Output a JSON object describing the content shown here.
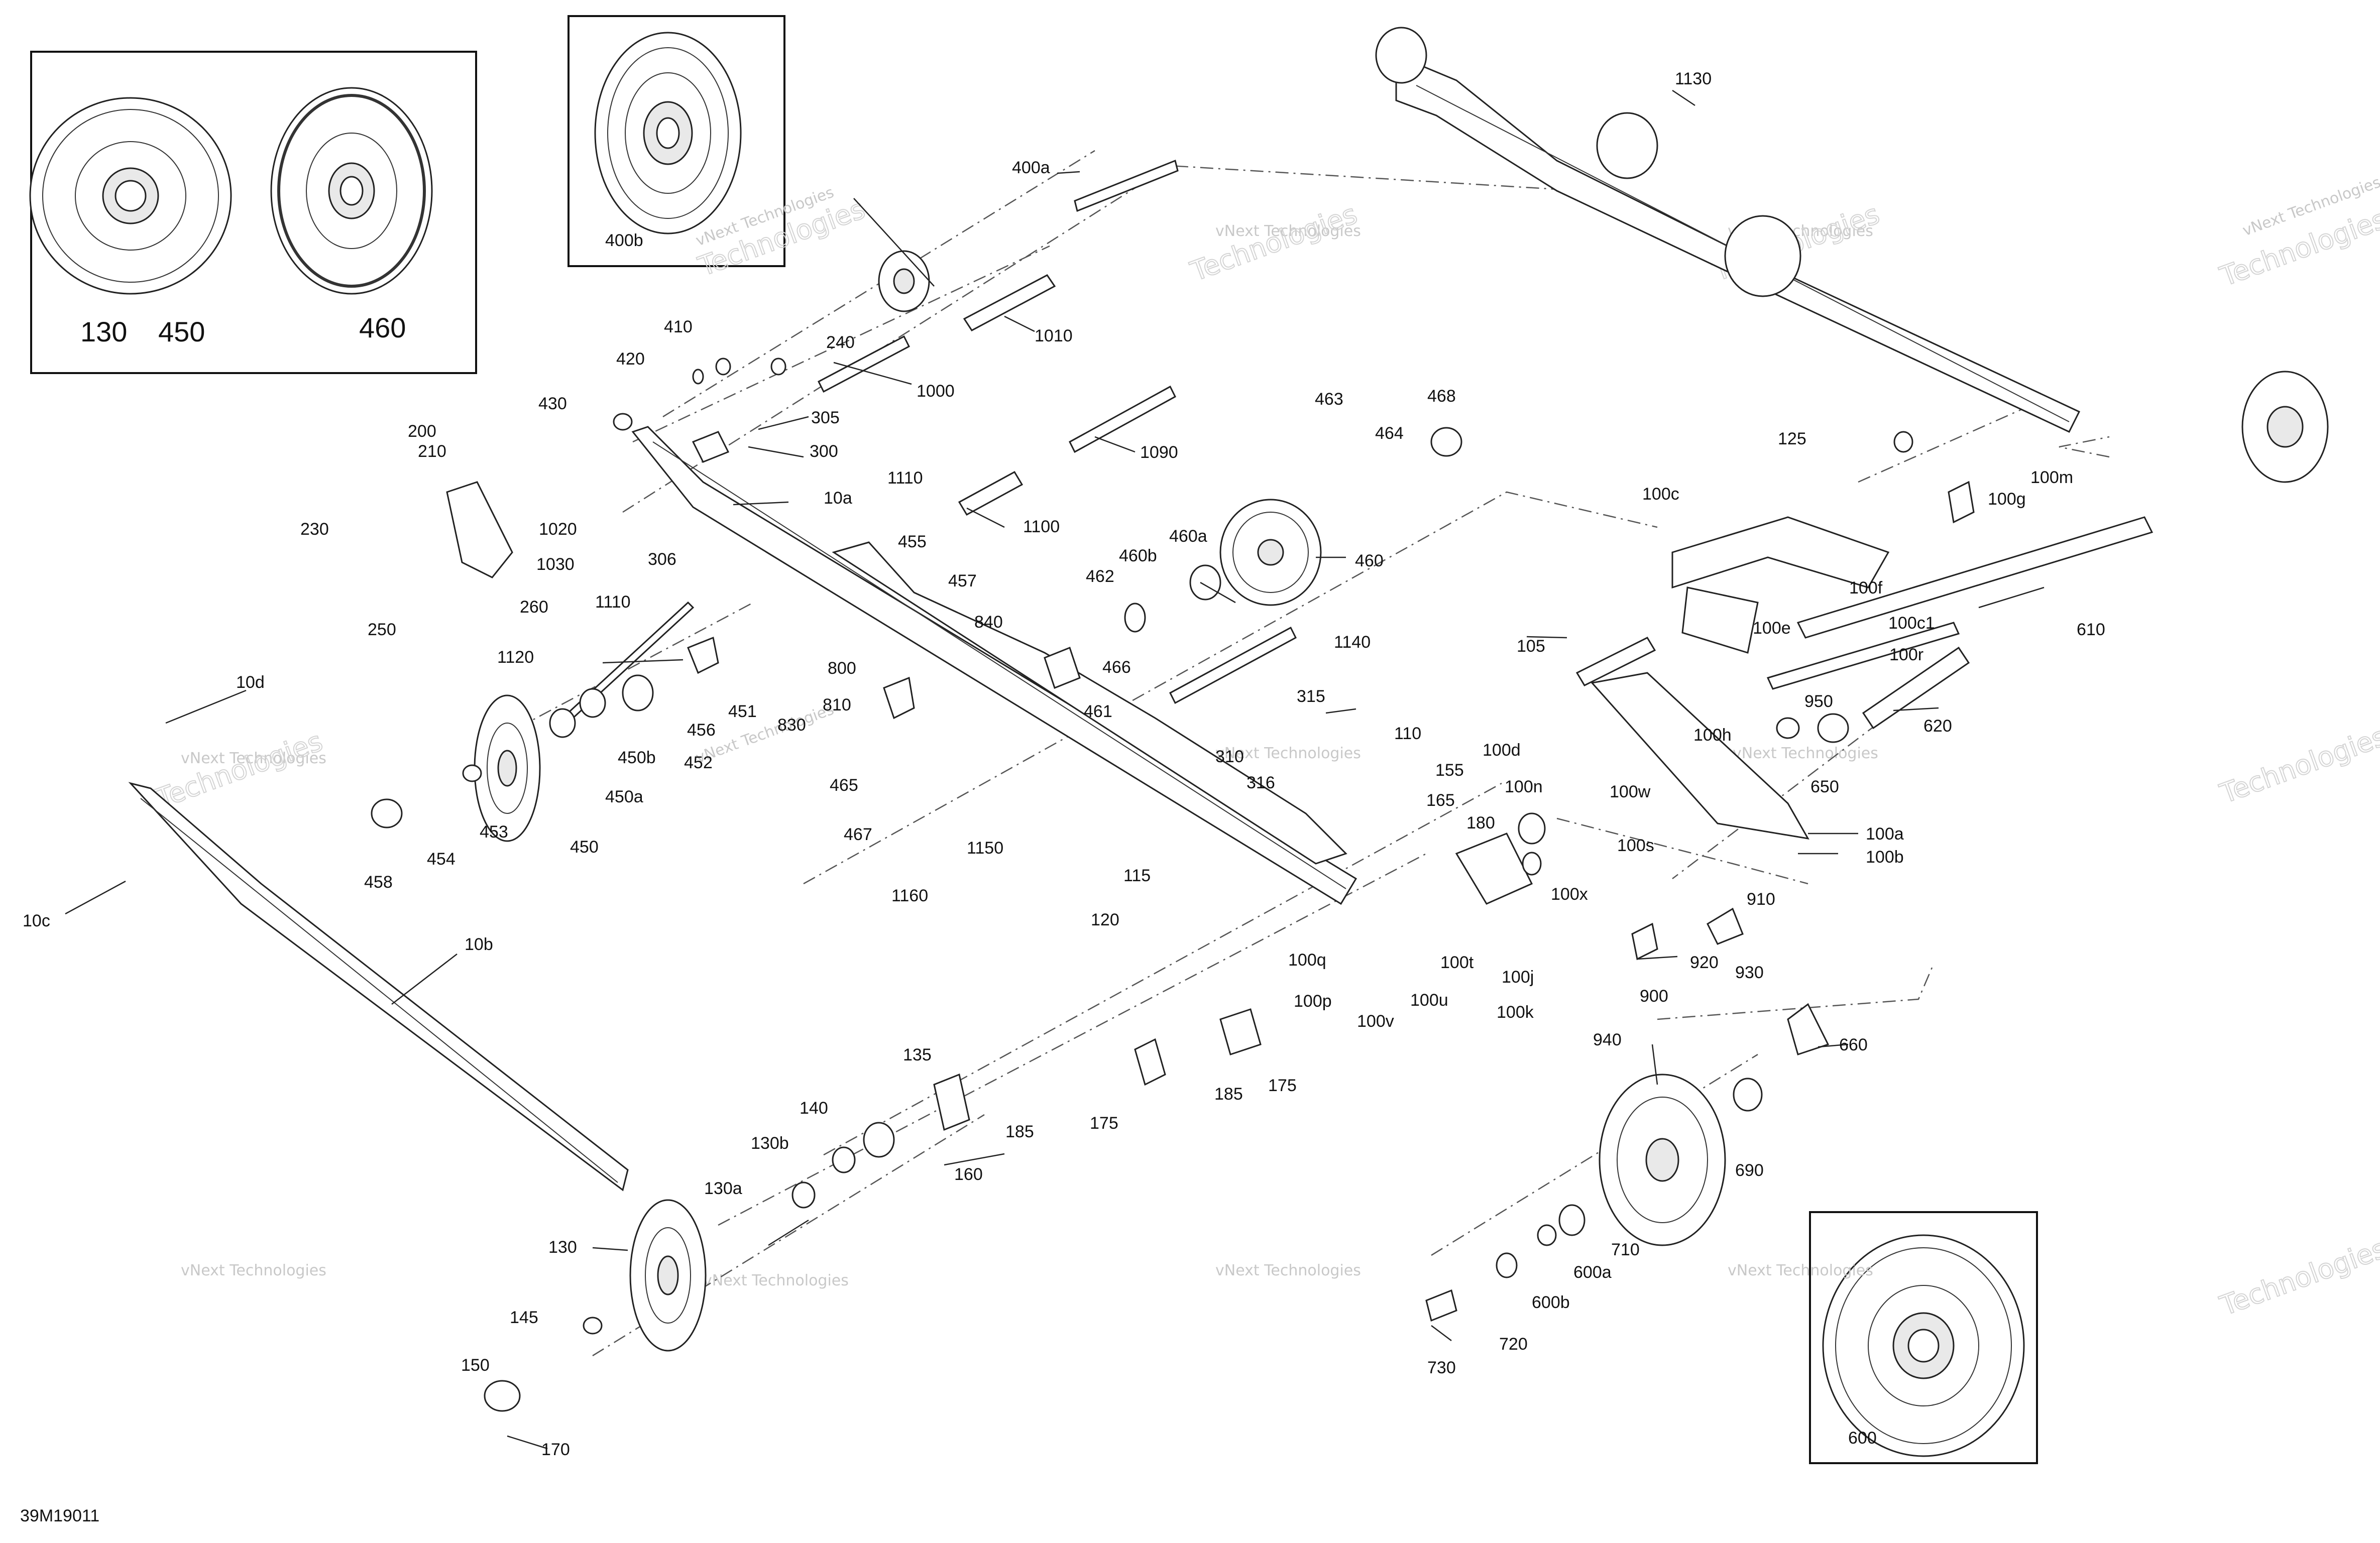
{
  "diagram_code": "39M19011",
  "watermark": {
    "line1": "vNext Technologies",
    "line2a": "vNext",
    "line2b": "Technologies"
  },
  "inset_labels": {
    "a_130": "130",
    "a_450": "450",
    "a_460": "460",
    "b_400b": "400b",
    "c_600": "600"
  },
  "labels": {
    "p10a": "10a",
    "p10b": "10b",
    "p10c": "10c",
    "p10d": "10d",
    "p100a": "100a",
    "p100b": "100b",
    "p100c": "100c",
    "p100c1": "100c1",
    "p100d": "100d",
    "p100e": "100e",
    "p100f": "100f",
    "p100g": "100g",
    "p100h": "100h",
    "p100j": "100j",
    "p100k": "100k",
    "p100m": "100m",
    "p100n": "100n",
    "p100p": "100p",
    "p100q": "100q",
    "p100r": "100r",
    "p100s": "100s",
    "p100t": "100t",
    "p100u": "100u",
    "p100v": "100v",
    "p100w": "100w",
    "p100x": "100x",
    "p105": "105",
    "p110": "110",
    "p115": "115",
    "p120": "120",
    "p125": "125",
    "p130": "130",
    "p130a": "130a",
    "p130b": "130b",
    "p135": "135",
    "p140": "140",
    "p145": "145",
    "p150": "150",
    "p155": "155",
    "p160": "160",
    "p165": "165",
    "p170": "170",
    "p175a": "175",
    "p175b": "175",
    "p180": "180",
    "p185a": "185",
    "p185b": "185",
    "p200": "200",
    "p210": "210",
    "p230": "230",
    "p240": "240",
    "p250": "250",
    "p260": "260",
    "p300": "300",
    "p305": "305",
    "p306": "306",
    "p310": "310",
    "p315": "315",
    "p316": "316",
    "p400a": "400a",
    "p410": "410",
    "p420": "420",
    "p430": "430",
    "p450": "450",
    "p450a": "450a",
    "p450b": "450b",
    "p451": "451",
    "p452": "452",
    "p453": "453",
    "p454": "454",
    "p455": "455",
    "p456": "456",
    "p457": "457",
    "p458": "458",
    "p460": "460",
    "p460a": "460a",
    "p460b": "460b",
    "p461": "461",
    "p462": "462",
    "p463": "463",
    "p464": "464",
    "p465": "465",
    "p466": "466",
    "p467": "467",
    "p468": "468",
    "p600a": "600a",
    "p600b": "600b",
    "p610": "610",
    "p620": "620",
    "p650": "650",
    "p660": "660",
    "p690": "690",
    "p710": "710",
    "p720": "720",
    "p730": "730",
    "p800": "800",
    "p810": "810",
    "p830": "830",
    "p840": "840",
    "p900": "900",
    "p910": "910",
    "p920": "920",
    "p930": "930",
    "p940": "940",
    "p950": "950",
    "p1000": "1000",
    "p1010": "1010",
    "p1020": "1020",
    "p1030": "1030",
    "p1090": "1090",
    "p1100": "1100",
    "p1110a": "1110",
    "p1110b": "1110",
    "p1120": "1120",
    "p1130": "1130",
    "p1140": "1140",
    "p1150": "1150",
    "p1160": "1160"
  }
}
